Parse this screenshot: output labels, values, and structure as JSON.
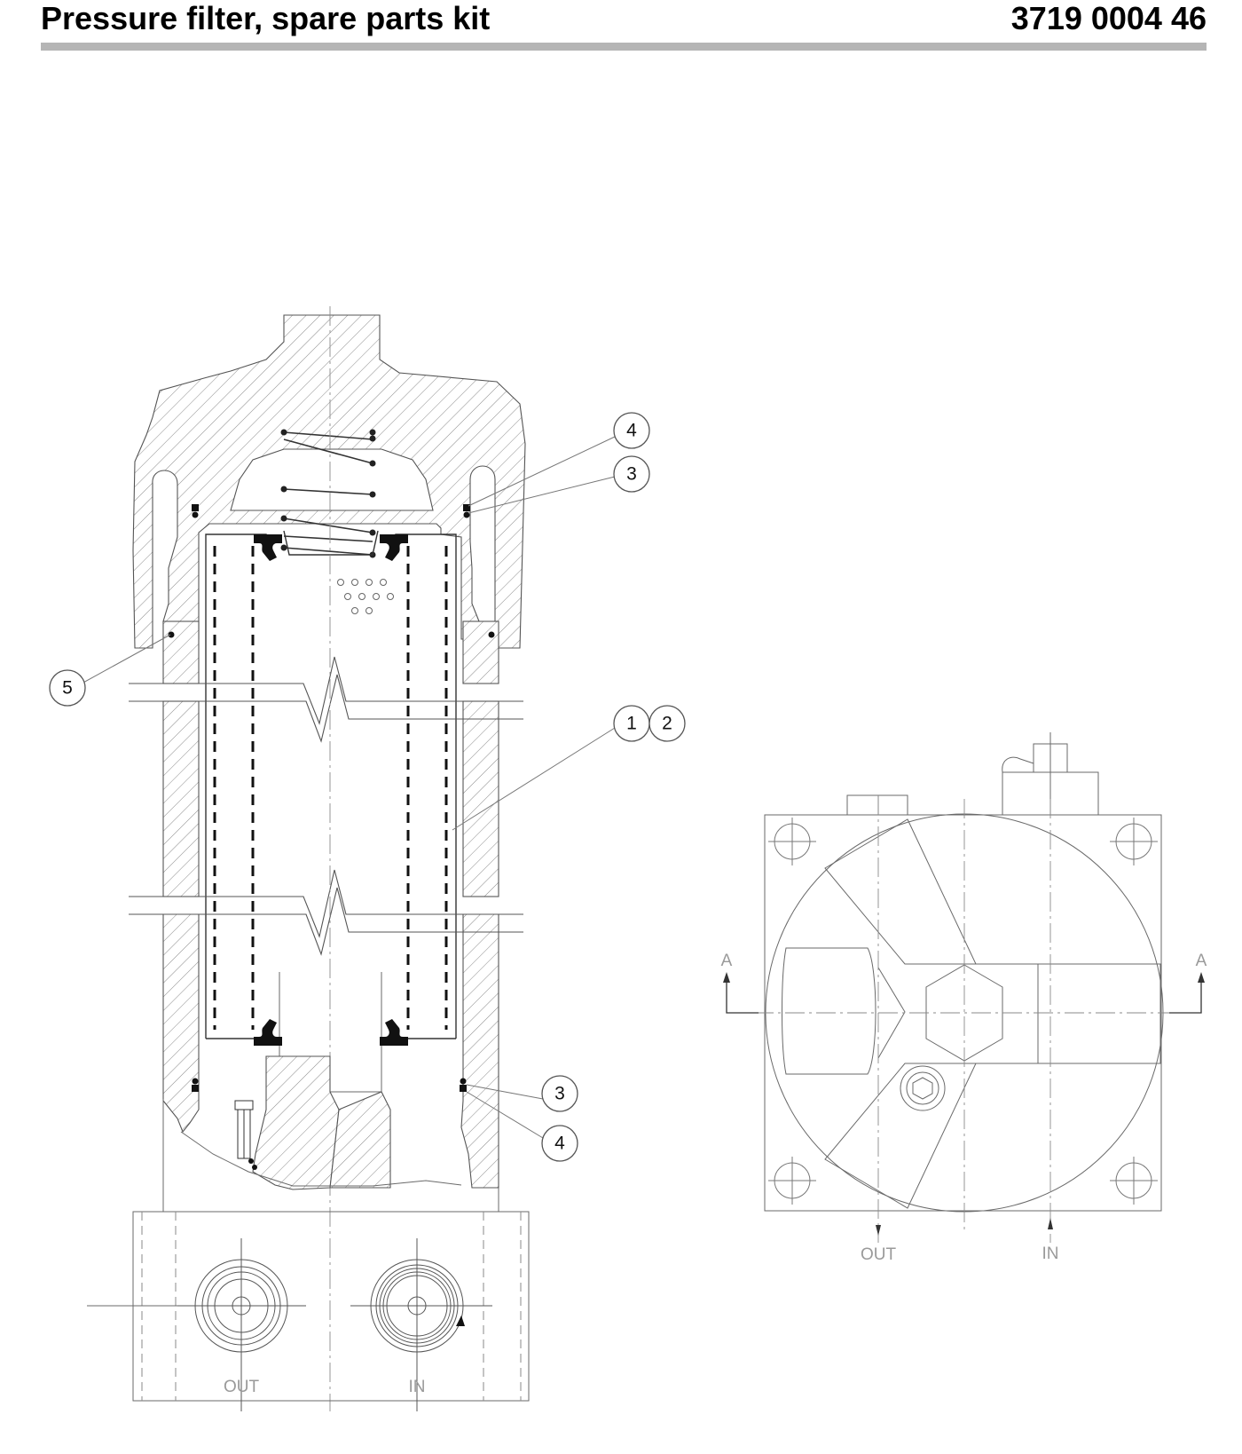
{
  "header": {
    "title": "Pressure filter, spare parts kit",
    "part_number": "3719 0004 46"
  },
  "callouts": {
    "top_4": "4",
    "top_3": "3",
    "left_5": "5",
    "mid_1": "1",
    "mid_2": "2",
    "bottom_3": "3",
    "bottom_4": "4"
  },
  "ports": {
    "front_out": "OUT",
    "front_in": "IN",
    "top_out": "OUT",
    "top_in": "IN"
  },
  "section_marks": {
    "left": "A",
    "right": "A"
  }
}
